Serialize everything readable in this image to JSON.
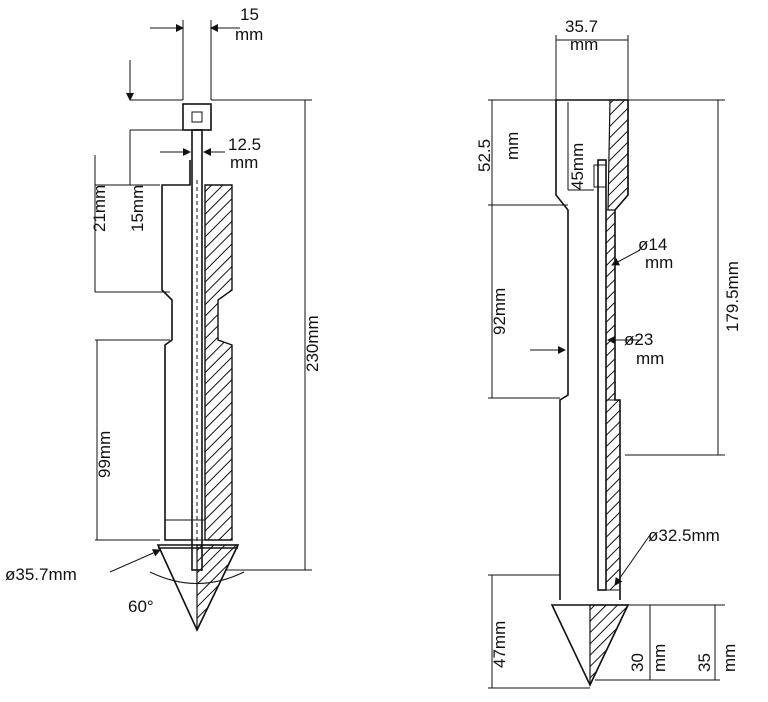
{
  "figure": {
    "left_probe": {
      "top_width": "15",
      "top_width_unit": "mm",
      "rod_diameter": "12.5",
      "rod_diameter_unit": "mm",
      "upper_dim_1": "21mm",
      "upper_dim_2": "15mm",
      "lower_dim": "99mm",
      "total_length": "230mm",
      "cone_diameter": "ø35.7mm",
      "cone_angle": "60°"
    },
    "right_probe": {
      "top_width": "35.7",
      "top_width_unit": "mm",
      "top_length": "52.5",
      "top_length_unit": "mm",
      "inner_length": "45mm",
      "rod_diameter_1": "ø14",
      "rod_diameter_1_unit": "mm",
      "middle_length": "92mm",
      "rod_diameter_2": "ø23",
      "rod_diameter_2_unit": "mm",
      "long_length": "179.5mm",
      "lower_diameter": "ø32.5mm",
      "cone_length": "47mm",
      "tip_dim_1": "30",
      "tip_dim_1_unit": "mm",
      "tip_dim_2": "35",
      "tip_dim_2_unit": "mm"
    }
  }
}
